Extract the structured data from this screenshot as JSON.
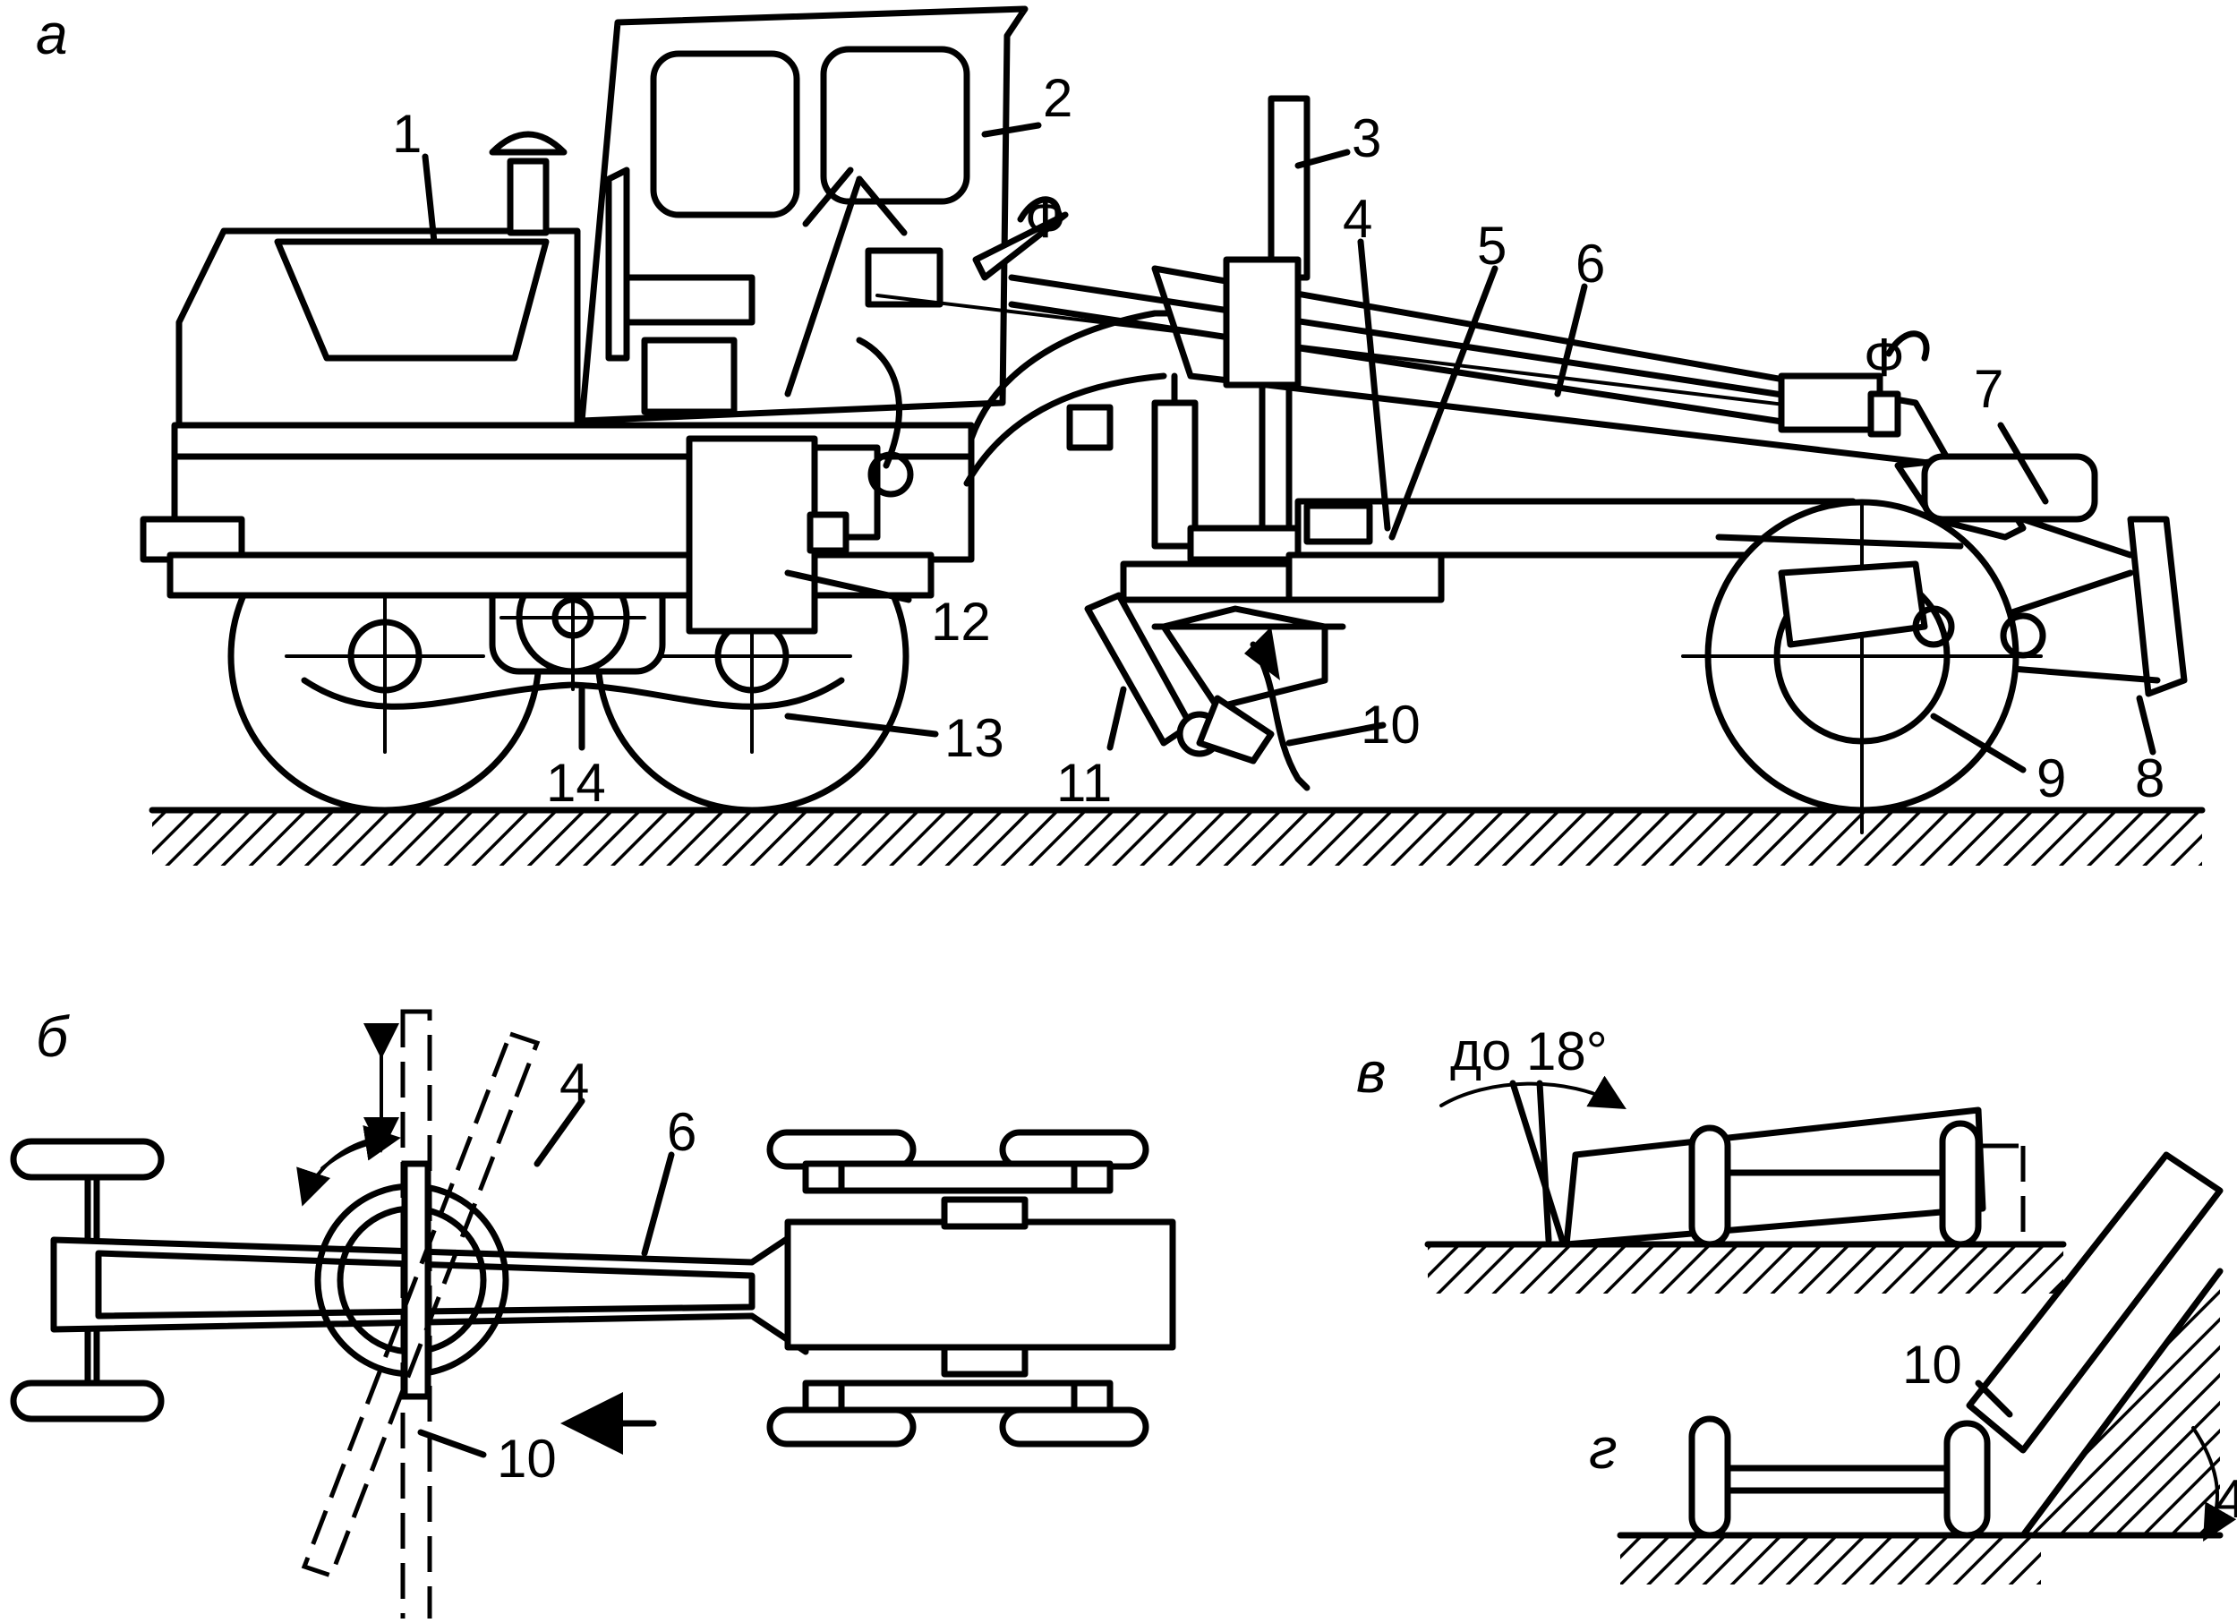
{
  "panels": {
    "a": "а",
    "b": "б",
    "v": "в",
    "g": "г"
  },
  "parts": {
    "p1": "1",
    "p2": "2",
    "p3": "3",
    "p4": "4",
    "p5": "5",
    "p6": "6",
    "p7": "7",
    "p8": "8",
    "p9": "9",
    "p10": "10",
    "p11": "11",
    "p12": "12",
    "p13": "13",
    "p14": "14"
  },
  "plan_labels": {
    "p4": "4",
    "p6": "6",
    "p10": "10"
  },
  "v_angle": "до 18°",
  "g_label": "10",
  "g_angle": "4"
}
